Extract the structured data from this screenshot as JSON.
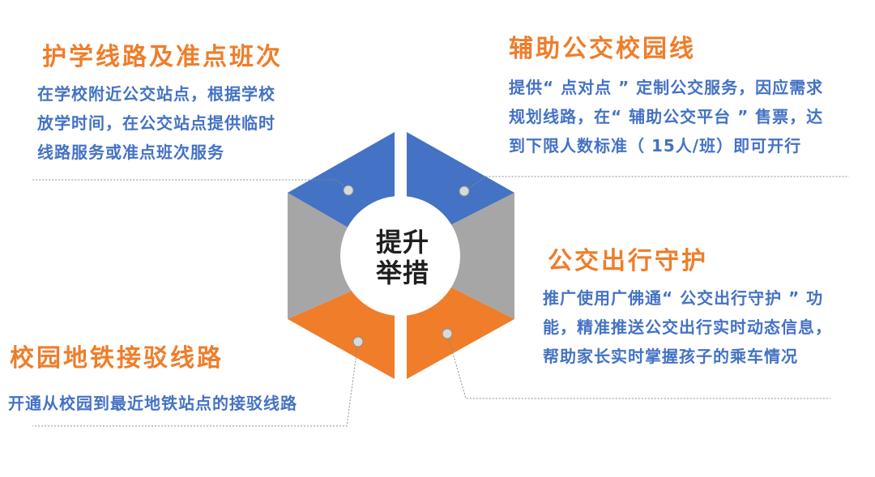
{
  "center": {
    "lines": [
      "提升",
      "举措"
    ]
  },
  "blocks": [
    {
      "id": "top-left",
      "title": "护学线路及准点班次",
      "lines": [
        "在学校附近公交站点，根据学校",
        "放学时间，在公交站点提供临时",
        "线路服务或准点班次服务"
      ]
    },
    {
      "id": "top-right",
      "title": "辅助公交校园线",
      "lines": [
        "提供“ 点对点 ” 定制公交服务，因应需求",
        "规划线路，在“ 辅助公交平台 ” 售票，达",
        "到下限人数标准（ 15人/班）即可开行"
      ]
    },
    {
      "id": "bottom-right",
      "title": "公交出行守护",
      "lines": [
        "推广使用广佛通“ 公交出行守护 ” 功",
        "能，精准推送公交出行实时动态信息，",
        "帮助家长实时掌握孩子的乘车情况"
      ]
    },
    {
      "id": "bottom-left",
      "title": "校园地铁接驳线路",
      "lines": [
        "开通从校园到最近地铁站点的接驳线路"
      ]
    }
  ],
  "colors": {
    "title": "#ef7d2a",
    "text": "#4472c4",
    "segment_blue": "#4472c4",
    "segment_orange": "#ef7d2a",
    "segment_gray": "#a6a6a6",
    "center_text": "#1f1f1f"
  }
}
